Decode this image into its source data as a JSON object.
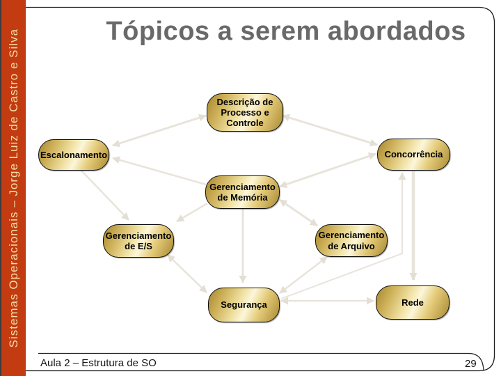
{
  "sidebar": {
    "text": "Sistemas Operacionais – Jorge Luiz de Castro e Silva"
  },
  "slide": {
    "title": "Tópicos a serem abordados"
  },
  "footer": {
    "lesson": "Aula 2 – Estrutura de SO",
    "page_number": "29"
  },
  "colors": {
    "sidebar_bg": "#c33b11",
    "sidebar_text": "#f2dfa8",
    "title_text": "#696969",
    "node_gold_dark": "#a5862f",
    "node_gold_light": "#fcf6d9",
    "node_border": "#0d0d0d",
    "arrow": "#e8e4db",
    "frame_border": "#1b1b1b"
  },
  "diagram": {
    "nodes": {
      "dpc": {
        "label": "Descrição de\nProcesso e\nControle"
      },
      "esc": {
        "label": "Escalonamento"
      },
      "con": {
        "label": "Concorrência"
      },
      "mem": {
        "label": "Gerenciamento\nde Memória"
      },
      "eis": {
        "label": "Gerenciamento\nde E/S"
      },
      "arq": {
        "label": "Gerenciamento\nde Arquivo"
      },
      "seg": {
        "label": "Segurança"
      },
      "red": {
        "label": "Rede"
      }
    },
    "edges": [
      {
        "from": "esc",
        "to": "dpc",
        "arrowheads": "both"
      },
      {
        "from": "dpc",
        "to": "con",
        "arrowheads": "both"
      },
      {
        "from": "mem",
        "to": "esc",
        "arrowheads": "end"
      },
      {
        "from": "esc",
        "to": "eis",
        "arrowheads": "end"
      },
      {
        "from": "mem",
        "to": "con",
        "arrowheads": "both"
      },
      {
        "from": "mem",
        "to": "eis",
        "arrowheads": "end"
      },
      {
        "from": "mem",
        "to": "seg",
        "arrowheads": "end"
      },
      {
        "from": "mem",
        "to": "arq",
        "arrowheads": "both"
      },
      {
        "from": "eis",
        "to": "seg",
        "arrowheads": "both"
      },
      {
        "from": "arq",
        "to": "seg",
        "arrowheads": "both"
      },
      {
        "from": "seg",
        "to": "con",
        "arrowheads": "end"
      },
      {
        "from": "seg",
        "to": "red",
        "arrowheads": "both"
      },
      {
        "from": "con",
        "to": "red",
        "arrowheads": "end"
      }
    ]
  }
}
